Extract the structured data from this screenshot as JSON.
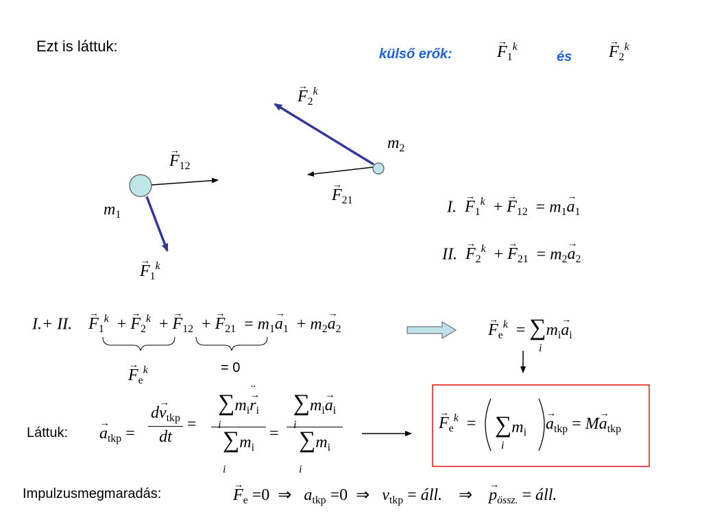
{
  "header": {
    "title": "Ezt is láttuk:",
    "external_forces_label": "külső erők:",
    "and_label": "és"
  },
  "symbols": {
    "F": "F",
    "m": "m",
    "a": "a",
    "k": "k",
    "one": "1",
    "two": "2",
    "twelve": "12",
    "twentyone": "21",
    "e": "e",
    "i": "i",
    "tkp": "tkp",
    "dt": "dt",
    "d": "d",
    "v": "v",
    "r": "r",
    "M": "M",
    "p": "p",
    "ossz": "össz.",
    "all": "áll."
  },
  "equations": {
    "eq1_label": "I.",
    "eq2_label": "II.",
    "sum_label": "I.+ II.",
    "zero_label": "= 0",
    "lattuk_label": "Láttuk:",
    "impulse_label": "Impulzusmegmaradás:"
  },
  "colors": {
    "blue_text": "#1f5fe0",
    "force_blue": "#33359a",
    "ball_fill": "#bfe6e6",
    "box_red": "#e01010",
    "arrow_fill": "#bfe1ea"
  }
}
